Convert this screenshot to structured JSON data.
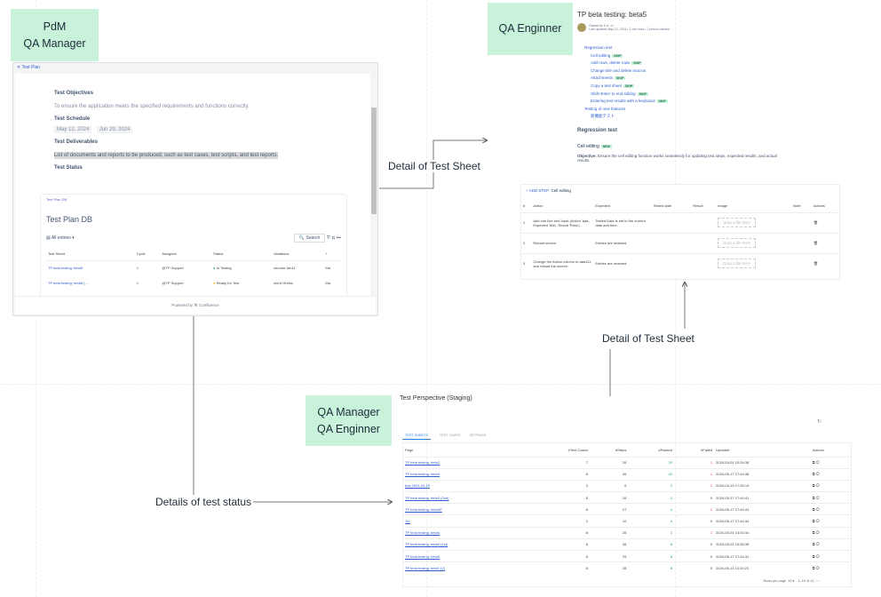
{
  "roles": {
    "pdm": [
      "PdM",
      "QA Manager"
    ],
    "qa_engineer": [
      "QA Enginner"
    ],
    "qa_both": [
      "QA Manager",
      "QA Enginner"
    ]
  },
  "labels": {
    "detail_sheet_1": "Detail of Test Sheet",
    "detail_sheet_2": "Detail of Test Sheet",
    "details_status": "Details of test status"
  },
  "test_plan": {
    "tab": "Test Plan",
    "objectives_h": "Test Objectives",
    "objectives": "To ensure the application meets the specified requirements and functions correctly.",
    "schedule_h": "Test Schedule",
    "start": "May 12, 2024",
    "end": "Jun 29, 2024",
    "deliverables_h": "Test Deliverables",
    "deliverables": "List of documents and reports to be produced, such as test cases, test scripts, and test reports.",
    "status_h": "Test Status",
    "db": {
      "tag": "Test Plan DB",
      "title": "Test Plan DB",
      "view": "All entries",
      "search": "Search",
      "columns": [
        "Test Sheet",
        "Cycle",
        "Assignee",
        "Status",
        "Variations"
      ],
      "rows": [
        {
          "sheet": "TP beta testing: beta5",
          "cycle": "1",
          "assignee": "@TP Support",
          "status": "In Testing",
          "status_color": "#22a06b",
          "vars": [
            "chrome",
            "win11"
          ],
          "extra": "Ma"
        },
        {
          "sheet": "TP beta testing: beta5 (...",
          "cycle": "1",
          "assignee": "@TP Support",
          "status": "Ready for Test",
          "status_color": "#f5b400",
          "vars": [
            "win11",
            "firefox"
          ],
          "extra": "Ma"
        }
      ]
    },
    "footer": "Powered by",
    "brand": "Confluence"
  },
  "sheet": {
    "title": "TP beta testing: beta5",
    "owner": "Owned by K.A. •••",
    "meta": "Last updated May 12, 2024  •  1 min read  •  1 person viewed",
    "toc": [
      {
        "t": "Regression test",
        "l": 0
      },
      {
        "t": "Cell editing",
        "l": 1,
        "b": "SKIP"
      },
      {
        "t": "Add rows, delete rows",
        "l": 1,
        "b": "SKIP"
      },
      {
        "t": "Change title and delete macros",
        "l": 1
      },
      {
        "t": "Attachments",
        "l": 1,
        "b": "SKIP"
      },
      {
        "t": "Copy a test sheet",
        "l": 1,
        "b": "SKIP"
      },
      {
        "t": "Shift+Enter to end editing",
        "l": 1,
        "b": "SKIP"
      },
      {
        "t": "Entering test results with a keyboard",
        "l": 1,
        "b": "SKIP"
      },
      {
        "t": "Testing of new features",
        "l": 0
      },
      {
        "t": "新機能テスト",
        "l": 1
      }
    ],
    "section": "Regression test",
    "case": "Cell editing",
    "case_badge": "NEW",
    "objective_label": "Objective:",
    "objective": "Ensure the cell editing function works seamlessly for updating test steps, expected results, and actual results.",
    "add_step": "+ ADD STEP",
    "step_title": "Cell editing",
    "columns": [
      "#",
      "Action",
      "Expected",
      "Tested date",
      "Result",
      "Image",
      "Note",
      "Actions"
    ],
    "steps": [
      {
        "n": "1",
        "action": "Add one line and Input (Action 'aaa', Expected 'bbb', Result 'Pass')",
        "expected": "Tested Date is set to the current date and time."
      },
      {
        "n": "2",
        "action": "Reload screen.",
        "expected": "Entries are retained."
      },
      {
        "n": "3",
        "action": "Change the Action column to aaa111 and reload the screen.",
        "expected": "Entries are retained."
      }
    ],
    "drop": "Drop a file here"
  },
  "perspective": {
    "title": "Test Perspective (Staging)",
    "tabs": [
      "TEST SHEETS",
      "TEST CASES",
      "SETTINGS"
    ],
    "columns": [
      "Page",
      "#Test Cases",
      "#Steps",
      "#Passed",
      "#Failed",
      "Updated",
      "Actions"
    ],
    "rows": [
      [
        "TP beta testing: beta2",
        "7",
        "26",
        "20",
        "1",
        "2024-04-01 10:34:38"
      ],
      [
        "TP beta testing: beta3",
        "8",
        "26",
        "20",
        "1",
        "2024-05-17 17:44:38"
      ],
      [
        "test 2024-04-19",
        "3",
        "6",
        "2",
        "2",
        "2024-04-19 17:35:19"
      ],
      [
        "TP beta testing: beta3 (2nd)",
        "8",
        "26",
        "2",
        "0",
        "2024-05-17 17:44:41"
      ],
      [
        "TP beta testing: beta4E",
        "8",
        "27",
        "4",
        "2",
        "2024-05-17 17:44:43"
      ],
      [
        "111",
        "2",
        "10",
        "4",
        "0",
        "2024-05-17 17:44:44"
      ],
      [
        "TP beta testing: beta4",
        "8",
        "26",
        "2",
        "1",
        "2024-05-01 13:53:34"
      ],
      [
        "TP beta testing: beta4 (1st)",
        "8",
        "26",
        "8",
        "0",
        "2024-05-01 10:35:38"
      ],
      [
        "TP beta testing: beta5",
        "8",
        "29",
        "8",
        "0",
        "2024-05-17 17:44:31"
      ],
      [
        "TP beta testing: beta1 (2)",
        "8",
        "28",
        "8",
        "0",
        "2024-05-11 13:10:20"
      ]
    ],
    "rows_per_page_label": "Rows per page",
    "rows_per_page": "10",
    "range": "1–10 of 11"
  },
  "colors": {
    "role_bg": "#c8f3da",
    "passed": "#22a06b",
    "failed": "#e5484d",
    "link": "#2f5fd0"
  }
}
